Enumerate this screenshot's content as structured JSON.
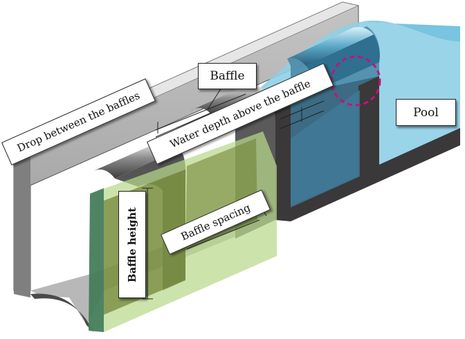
{
  "labels": {
    "baffle": "Baffle",
    "pool": "Pool",
    "drop_between_baffles": "Drop between the baffles",
    "water_depth": "Water depth above the baffle",
    "baffle_spacing": "Baffle spacing",
    "baffle_height": "Baffle height"
  },
  "colors": {
    "channel_grey": "#a7a7a7",
    "channel_dark": "#3a3838",
    "pool_water": "#8fcfe6",
    "green_section": "#b9d88a",
    "marker": "#c4127a"
  }
}
